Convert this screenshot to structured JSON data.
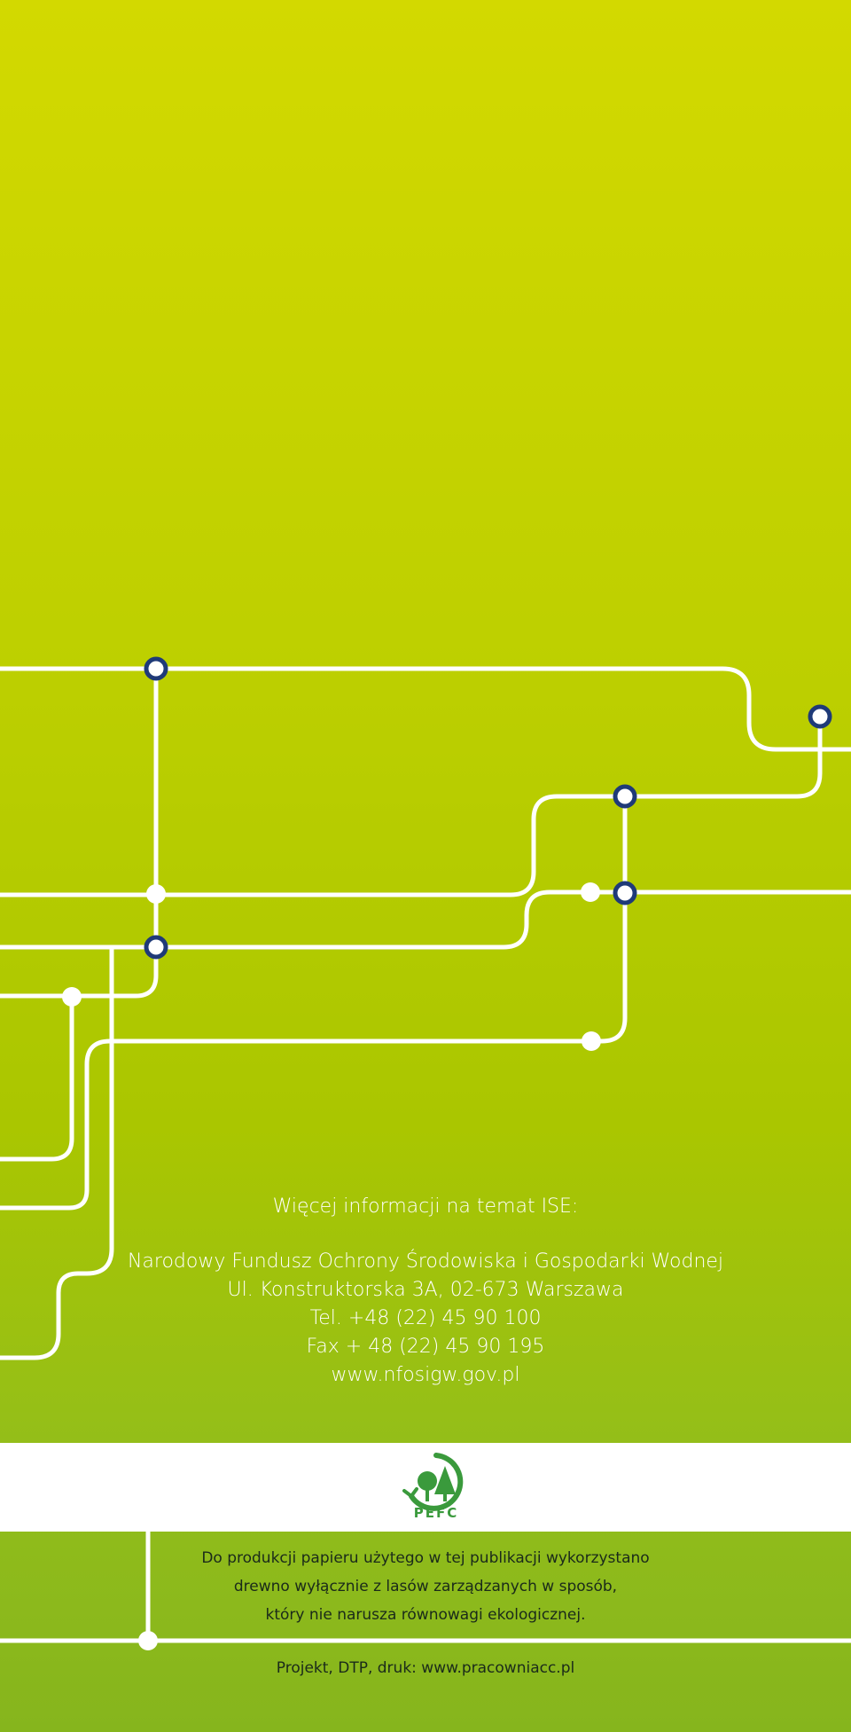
{
  "contact": {
    "heading": "Więcej informacji na temat ISE:",
    "organization": "Narodowy Fundusz Ochrony Środowiska i Gospodarki Wodnej",
    "address": "Ul. Konstruktorska 3A, 02-673 Warszawa",
    "phone": "Tel. +48 (22) 45 90 100",
    "fax": "Fax + 48 (22) 45 90 195",
    "website": "www.nfosigw.gov.pl"
  },
  "certification": {
    "logo_text": "PEFC",
    "logo_icon": "pefc-tree-logo-icon",
    "note_line1": "Do produkcji papieru użytego w tej publikacji wykorzystano",
    "note_line2": "drewno wyłącznie z lasów zarządzanych w sposób,",
    "note_line3": "który nie narusza równowagi ekologicznej."
  },
  "footer": {
    "credits": "Projekt, DTP, druk: www.pracowniacc.pl"
  },
  "colors": {
    "background_top": "#d3d900",
    "background_bottom": "#86b51d",
    "line": "#ffffff",
    "node_ring": "#1f3a78",
    "pefc_green": "#3a9a3c"
  }
}
